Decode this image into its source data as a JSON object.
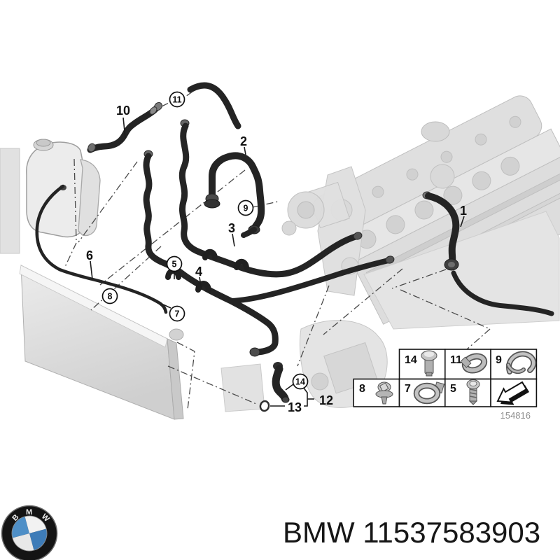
{
  "branding": {
    "label": "BMW 11537583903",
    "logo_letters": [
      "B",
      "M",
      "W"
    ],
    "logo_blue": "#4e8fc7"
  },
  "diagram": {
    "drawing_number": "154816",
    "callouts": {
      "c1": "1",
      "c2": "2",
      "c3": "3",
      "c4": "4",
      "c5": "5",
      "c6": "6",
      "c7": "7",
      "c8": "8",
      "c9": "9",
      "c10": "10",
      "c11": "11",
      "c12": "12",
      "c13": "13",
      "c14": "14"
    }
  },
  "legend": {
    "cells": [
      {
        "label": "14",
        "icon": "bolt-icon"
      },
      {
        "label": "11",
        "icon": "spring-clamp-icon"
      },
      {
        "label": "9",
        "icon": "holder-clip-icon"
      },
      {
        "label": "8",
        "icon": "expanding-rivet-icon"
      },
      {
        "label": "7",
        "icon": "profile-clamp-icon"
      },
      {
        "label": "5",
        "icon": "screw-icon"
      },
      {
        "label": "",
        "icon": "direction-arrow-icon"
      }
    ]
  },
  "colors": {
    "hose": "#242424",
    "faded_part": "#dcdcdc",
    "leader_line": "#4a4a4a",
    "label": "#111111"
  }
}
